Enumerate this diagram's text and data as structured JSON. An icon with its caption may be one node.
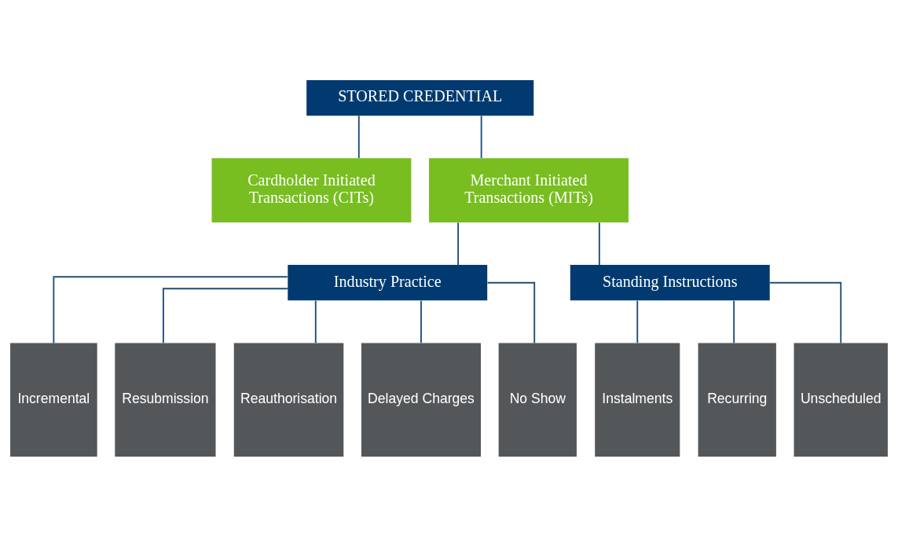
{
  "diagram": {
    "nodes": [
      {
        "text": [
          "STORED CREDENTIAL"
        ]
      },
      {
        "text": [
          "Cardholder Initiated Transactions (CITs)"
        ]
      },
      {
        "text": [
          "Merchant Initiated Transactions (MITs)"
        ]
      },
      {
        "text": [
          "Industry Practice"
        ]
      },
      {
        "text": [
          "Standing Instructions"
        ]
      },
      {
        "text": [
          "Incremental"
        ]
      },
      {
        "text": [
          "Resubmission"
        ]
      },
      {
        "text": [
          "Reauthorisation"
        ]
      },
      {
        "text": [
          "Delayed Charges"
        ]
      },
      {
        "text": [
          "No Show"
        ]
      },
      {
        "text": [
          "Instalments"
        ]
      },
      {
        "text": [
          "Recurring"
        ]
      },
      {
        "text": [
          "Unscheduled"
        ]
      }
    ],
    "edges": [
      {
        "from": 0,
        "to": 1,
        "arrow": "none"
      },
      {
        "from": 0,
        "to": 2,
        "arrow": "none"
      },
      {
        "from": 2,
        "to": 3,
        "arrow": "none"
      },
      {
        "from": 2,
        "to": 4,
        "arrow": "none"
      },
      {
        "from": 3,
        "to": 5,
        "arrow": "none"
      },
      {
        "from": 3,
        "to": 6,
        "arrow": "none"
      },
      {
        "from": 3,
        "to": 7,
        "arrow": "none"
      },
      {
        "from": 3,
        "to": 8,
        "arrow": "none"
      },
      {
        "from": 3,
        "to": 9,
        "arrow": "none"
      },
      {
        "from": 4,
        "to": 10,
        "arrow": "none"
      },
      {
        "from": 4,
        "to": 11,
        "arrow": "none"
      },
      {
        "from": 4,
        "to": 12,
        "arrow": "none"
      }
    ]
  }
}
